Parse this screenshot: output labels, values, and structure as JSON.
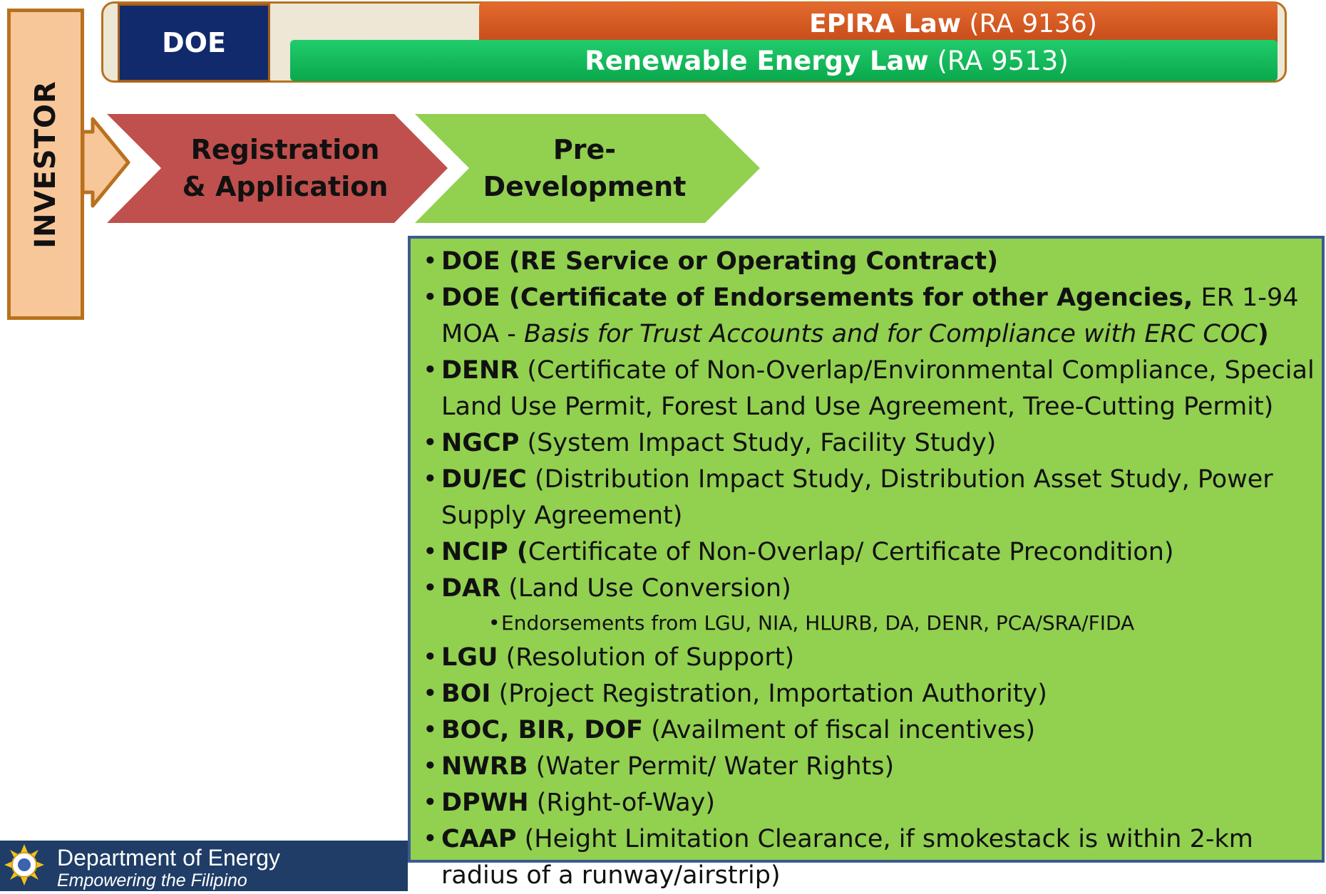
{
  "banner": {
    "doe_label": "DOE",
    "epira": {
      "name": "EPIRA Law",
      "code": "(RA 9136)"
    },
    "re_law": {
      "name": "Renewable Energy Law",
      "code": "(RA 9513)"
    },
    "colors": {
      "epira": "#d95a22",
      "re_law": "#14b85a",
      "doe_box": "#102a6b",
      "frame": "#b8711e"
    }
  },
  "investor": {
    "label": "INVESTOR",
    "color": "#f7c79a"
  },
  "stages": [
    {
      "line1": "Registration",
      "line2": "& Application",
      "color": "#c0504d"
    },
    {
      "line1": "Pre-",
      "line2": "Development",
      "color": "#92d050"
    }
  ],
  "requirements": [
    {
      "agency": "DOE (RE Service or Operating Contract)",
      "detail": ""
    },
    {
      "agency": "DOE (Certificate of Endorsements for other Agencies,",
      "detail": " ER 1-94 MOA  - ",
      "italic": "Basis for Trust Accounts and for Compliance with ERC COC",
      "closing": ")"
    },
    {
      "agency": "DENR",
      "detail": " (Certificate of Non-Overlap/Environmental Compliance, Special Land Use Permit, Forest Land Use Agreement, Tree-Cutting Permit)"
    },
    {
      "agency": "NGCP",
      "detail": " (System Impact Study, Facility Study)"
    },
    {
      "agency": "DU/EC",
      "detail": " (Distribution Impact Study, Distribution Asset Study, Power Supply Agreement)"
    },
    {
      "agency": "NCIP (",
      "detail": "Certificate of Non-Overlap/ Certificate Precondition)"
    },
    {
      "agency": "DAR",
      "detail": " (Land Use Conversion)"
    },
    {
      "sub": "Endorsements from LGU, NIA, HLURB, DA, DENR, PCA/SRA/FIDA"
    },
    {
      "agency": "LGU",
      "detail": " (Resolution of Support)"
    },
    {
      "agency": "BOI",
      "detail": " (Project Registration, Importation Authority)"
    },
    {
      "agency": "BOC, BIR, DOF",
      "detail": " (Availment of fiscal incentives)"
    },
    {
      "agency": "NWRB",
      "detail": " (Water Permit/ Water Rights)"
    },
    {
      "agency": "DPWH",
      "detail": " (Right-of-Way)"
    },
    {
      "agency": "CAAP",
      "detail": " (Height Limitation Clearance, if smokestack is within 2-km radius of a runway/airstrip)"
    }
  ],
  "footer": {
    "department": "Department of Energy",
    "tagline": "Empowering the Filipino"
  }
}
